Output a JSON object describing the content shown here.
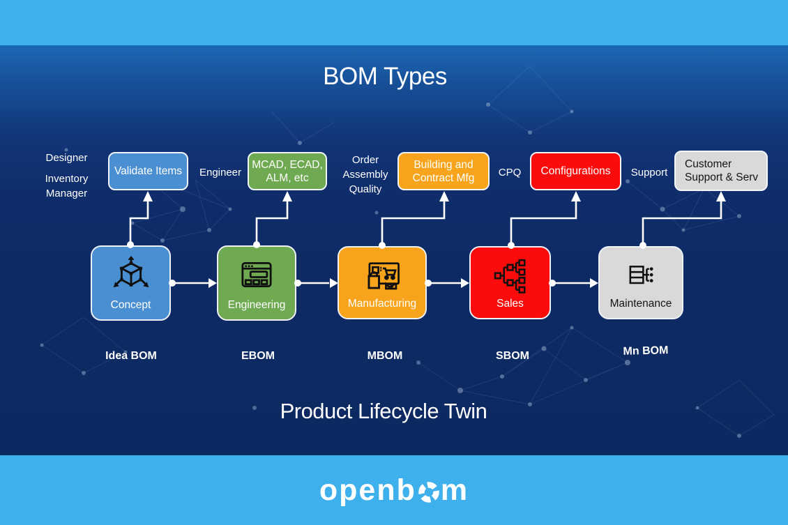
{
  "title": "BOM Types",
  "subtitle": "Product Lifecycle Twin",
  "brand": {
    "name": "openbom",
    "logo_left": "openb",
    "logo_right": "m"
  },
  "colors": {
    "band_blue": "#3eb0ec",
    "background_navy": "#0e2a63",
    "stage_blue": "#4b8fd3",
    "stage_green": "#6faa52",
    "stage_orange": "#f7a41c",
    "stage_red": "#fa0c0c",
    "stage_gray": "#d9d9d9",
    "connector_white": "#ffffff"
  },
  "roles": {
    "designer": "Designer",
    "inventory": "Inventory",
    "manager": "Manager",
    "engineer": "Engineer",
    "order": "Order",
    "assembly": "Assembly",
    "quality": "Quality",
    "cpq": "CPQ",
    "support": "Support"
  },
  "callouts": [
    {
      "line1": "Validate Items",
      "line2": "",
      "color": "#4b8fd3",
      "text_color": "#ffffff"
    },
    {
      "line1": "MCAD, ECAD,",
      "line2": "ALM, etc",
      "color": "#6faa52",
      "text_color": "#ffffff"
    },
    {
      "line1": "Building and",
      "line2": "Contract Mfg",
      "color": "#f7a41c",
      "text_color": "#ffffff"
    },
    {
      "line1": "Configurations",
      "line2": "",
      "color": "#fa0c0c",
      "text_color": "#ffffff"
    },
    {
      "line1": "Customer",
      "line2": "Support & Serv",
      "color": "#d9d9d9",
      "text_color": "#141414"
    }
  ],
  "stages": [
    {
      "label": "Concept",
      "bom": "Idea BOM",
      "color": "#4b8fd3",
      "text_color": "#ffffff",
      "icon": "cube-axes-icon"
    },
    {
      "label": "Engineering",
      "bom": "EBOM",
      "color": "#6faa52",
      "text_color": "#ffffff",
      "icon": "browser-window-icon"
    },
    {
      "label": "Manufacturing",
      "bom": "MBOM",
      "color": "#f7a41c",
      "text_color": "#ffffff",
      "icon": "pos-shopping-icon"
    },
    {
      "label": "Sales",
      "bom": "SBOM",
      "color": "#fa0c0c",
      "text_color": "#ffffff",
      "icon": "hierarchy-tree-icon"
    },
    {
      "label": "Maintenance",
      "bom": "Mn BOM",
      "color": "#d9d9d9",
      "text_color": "#141414",
      "icon": "bom-list-icon"
    }
  ]
}
